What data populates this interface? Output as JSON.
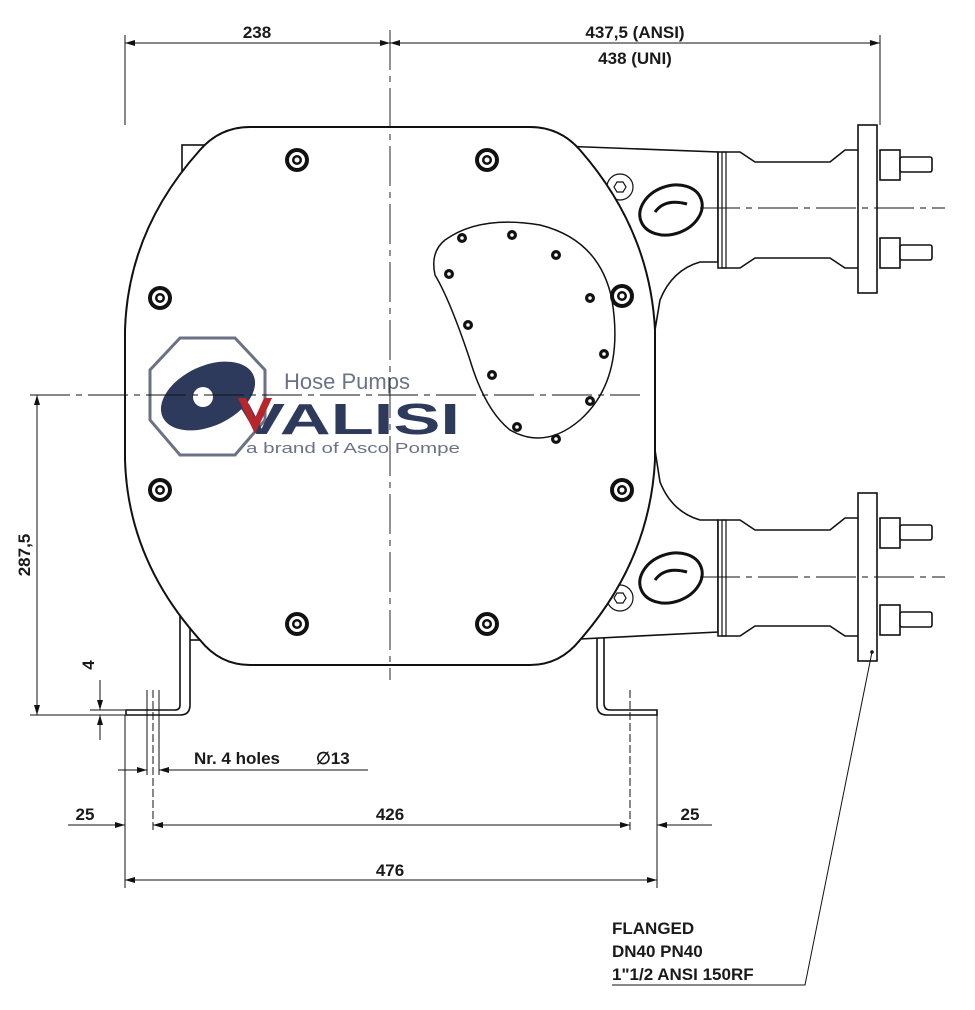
{
  "title": "Valisi hose pump overall dimensions drawing",
  "dimensions": {
    "left_width": "238",
    "right_width_ansi": "437,5 (ANSI)",
    "right_width_uni": "438 (UNI)",
    "height": "287,5",
    "foot_thickness": "4",
    "holes_note": "Nr. 4 holes",
    "hole_diameter": "∅13",
    "edge_left": "25",
    "hole_spacing": "426",
    "edge_right": "25",
    "overall_base": "476"
  },
  "flange_note": {
    "line1": "FLANGED",
    "line2": "DN40 PN40",
    "line3": "1\"1/2 ANSI 150RF"
  },
  "logo": {
    "tagline": "Hose Pumps",
    "brand": "VALISI",
    "subtitle": "a brand of Asco Pompe",
    "colors": {
      "navy": "#2e3a5c",
      "red": "#b8262b",
      "grey": "#6b7286"
    }
  }
}
